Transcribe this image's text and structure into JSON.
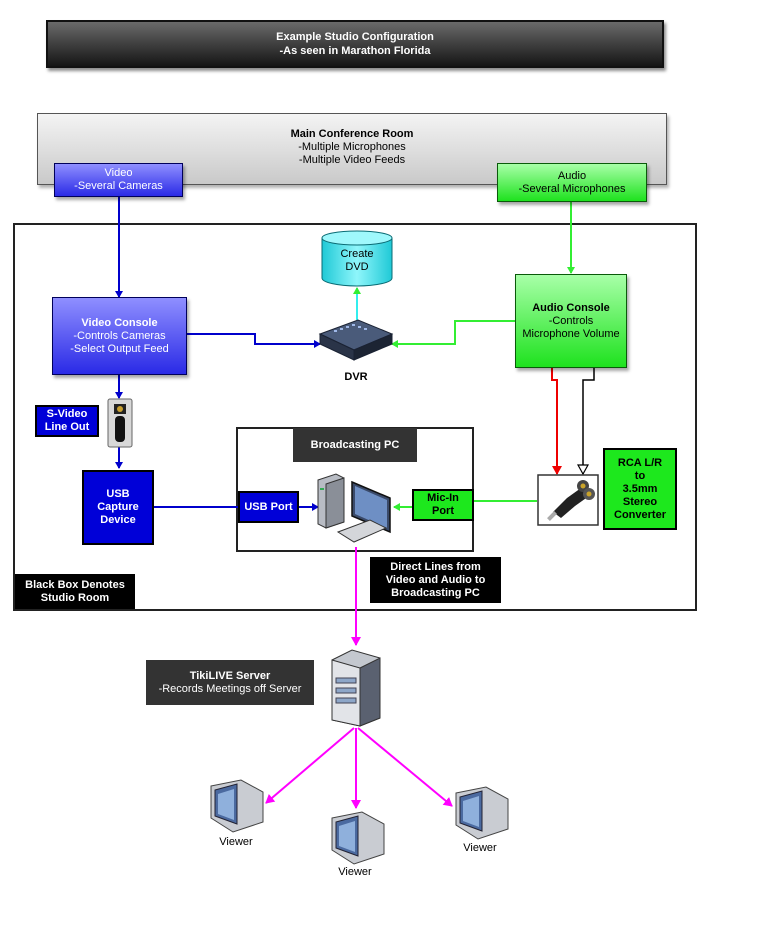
{
  "title": {
    "line1": "Example Studio Configuration",
    "line2": "-As seen in Marathon Florida"
  },
  "room": {
    "title": "Main Conference Room",
    "line1": "-Multiple Microphones",
    "line2": "-Multiple Video Feeds"
  },
  "video_source": {
    "line1": "Video",
    "line2": "-Several Cameras"
  },
  "audio_source": {
    "line1": "Audio",
    "line2": "-Several Microphones"
  },
  "dvd": {
    "line1": "Create",
    "line2": "DVD"
  },
  "dvr": {
    "label": "DVR"
  },
  "video_console": {
    "title": "Video Console",
    "line1": "-Controls Cameras",
    "line2": "-Select Output Feed"
  },
  "audio_console": {
    "title": "Audio Console",
    "line1": "-Controls",
    "line2": "Microphone Volume"
  },
  "svideo": {
    "line1": "S-Video",
    "line2": "Line Out"
  },
  "usb_capture": {
    "line1": "USB",
    "line2": "Capture",
    "line3": "Device"
  },
  "broadcasting_pc": {
    "label": "Broadcasting PC"
  },
  "usb_port": {
    "label": "USB Port"
  },
  "mic_in": {
    "line1": "Mic-In",
    "line2": "Port"
  },
  "rca": {
    "line1": "RCA L/R",
    "line2": "to",
    "line3": "3.5mm",
    "line4": "Stereo",
    "line5": "Converter"
  },
  "direct_lines": {
    "line1": "Direct Lines from",
    "line2": "Video and Audio to",
    "line3": "Broadcasting PC"
  },
  "black_box": {
    "line1": "Black Box Denotes",
    "line2": "Studio Room"
  },
  "server": {
    "title": "TikiLIVE Server",
    "line1": "-Records Meetings off Server"
  },
  "viewers": [
    "Viewer",
    "Viewer",
    "Viewer"
  ],
  "colors": {
    "video": "#0000cc",
    "audio": "#33ee33",
    "red": "#ee0000",
    "magenta": "#ff00ff",
    "dvd": "#44e8f0"
  }
}
